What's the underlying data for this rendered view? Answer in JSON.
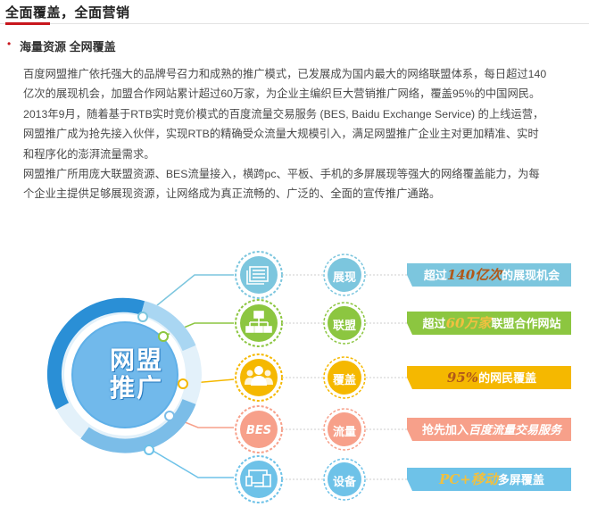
{
  "header": {
    "title": "全面覆盖，全面营销"
  },
  "section": {
    "title": "海量资源 全网覆盖",
    "lines": [
      "百度网盟推广依托强大的品牌号召力和成熟的推广模式，已发展成为国内最大的网络联盟体系，每日超过140",
      "亿次的展现机会，加盟合作网站累计超过60万家，为企业主编织巨大营销推广网络，覆盖95%的中国网民。",
      "2013年9月，随着基于RTB实时竞价模式的百度流量交易服务 (BES, Baidu Exchange Service) 的上线运营，",
      "网盟推广成为抢先接入伙伴，实现RTB的精确受众流量大规模引入，满足网盟推广企业主对更加精准、实时",
      "和程序化的澎湃流量需求。",
      "网盟推广所用庞大联盟资源、BES流量接入，横跨pc、平板、手机的多屏展现等强大的网络覆盖能力，为每",
      "个企业主提供足够展现资源，让网络成为真正流畅的、广泛的、全面的宣传推广通路。"
    ]
  },
  "diagram": {
    "center_line1": "网盟",
    "center_line2": "推广",
    "bes_logo": "BES",
    "items": [
      {
        "label": "展现",
        "color": "#7cc6de",
        "icon": "pages-icon",
        "pre": "超过",
        "hl": "140亿次",
        "post": "的展现机会"
      },
      {
        "label": "联盟",
        "color": "#8cc640",
        "icon": "network-icon",
        "pre": "超过",
        "hl": "60万家",
        "post": "联盟合作网站"
      },
      {
        "label": "覆盖",
        "color": "#f5b800",
        "icon": "people-icon",
        "pre": "",
        "hl": "95%",
        "post": "的网民覆盖"
      },
      {
        "label": "流量",
        "color": "#f7a08a",
        "icon": "bes-icon",
        "pre": "抢先加入",
        "hl": "百度流量交易服务",
        "post": ""
      },
      {
        "label": "设备",
        "color": "#6ec2e8",
        "icon": "devices-icon",
        "pre": "",
        "hl": "PC+移动",
        "post": "多屏覆盖"
      }
    ]
  }
}
